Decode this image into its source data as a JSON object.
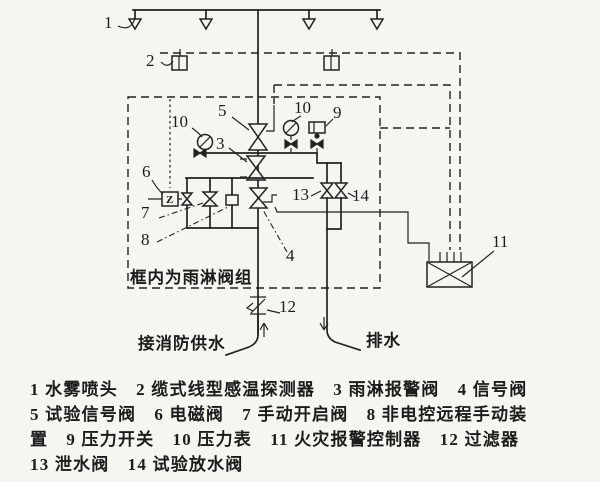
{
  "labels": {
    "nozzle": "1",
    "detector": "2",
    "alarm_valve": "3",
    "signal_valve": "4",
    "test_signal_valve": "5",
    "solenoid_valve": "6",
    "manual_open_valve": "7",
    "manual_device": "8",
    "pressure_switch": "9",
    "gauge_left": "10",
    "gauge_right": "10",
    "controller": "11",
    "filter": "12",
    "drain_valve": "13",
    "test_drain_valve": "14"
  },
  "notes": {
    "frame_note": "框内为雨淋阀组",
    "supply": "接消防供水",
    "drain": "排水"
  },
  "icons": {
    "solenoid_glyph": "Z"
  },
  "legend": {
    "lines": [
      "1 水雾喷头　2 缆式线型感温探测器　3 雨淋报警阀　4 信号阀",
      "5 试验信号阀　6 电磁阀　7 手动开启阀　8 非电控远程手动装",
      "置　9 压力开关　10 压力表　11 火灾报警控制器　12 过滤器",
      "13 泄水阀　14 试验放水阀"
    ]
  },
  "colors": {
    "ink": "#222222",
    "paper": "#f6f5f0"
  }
}
